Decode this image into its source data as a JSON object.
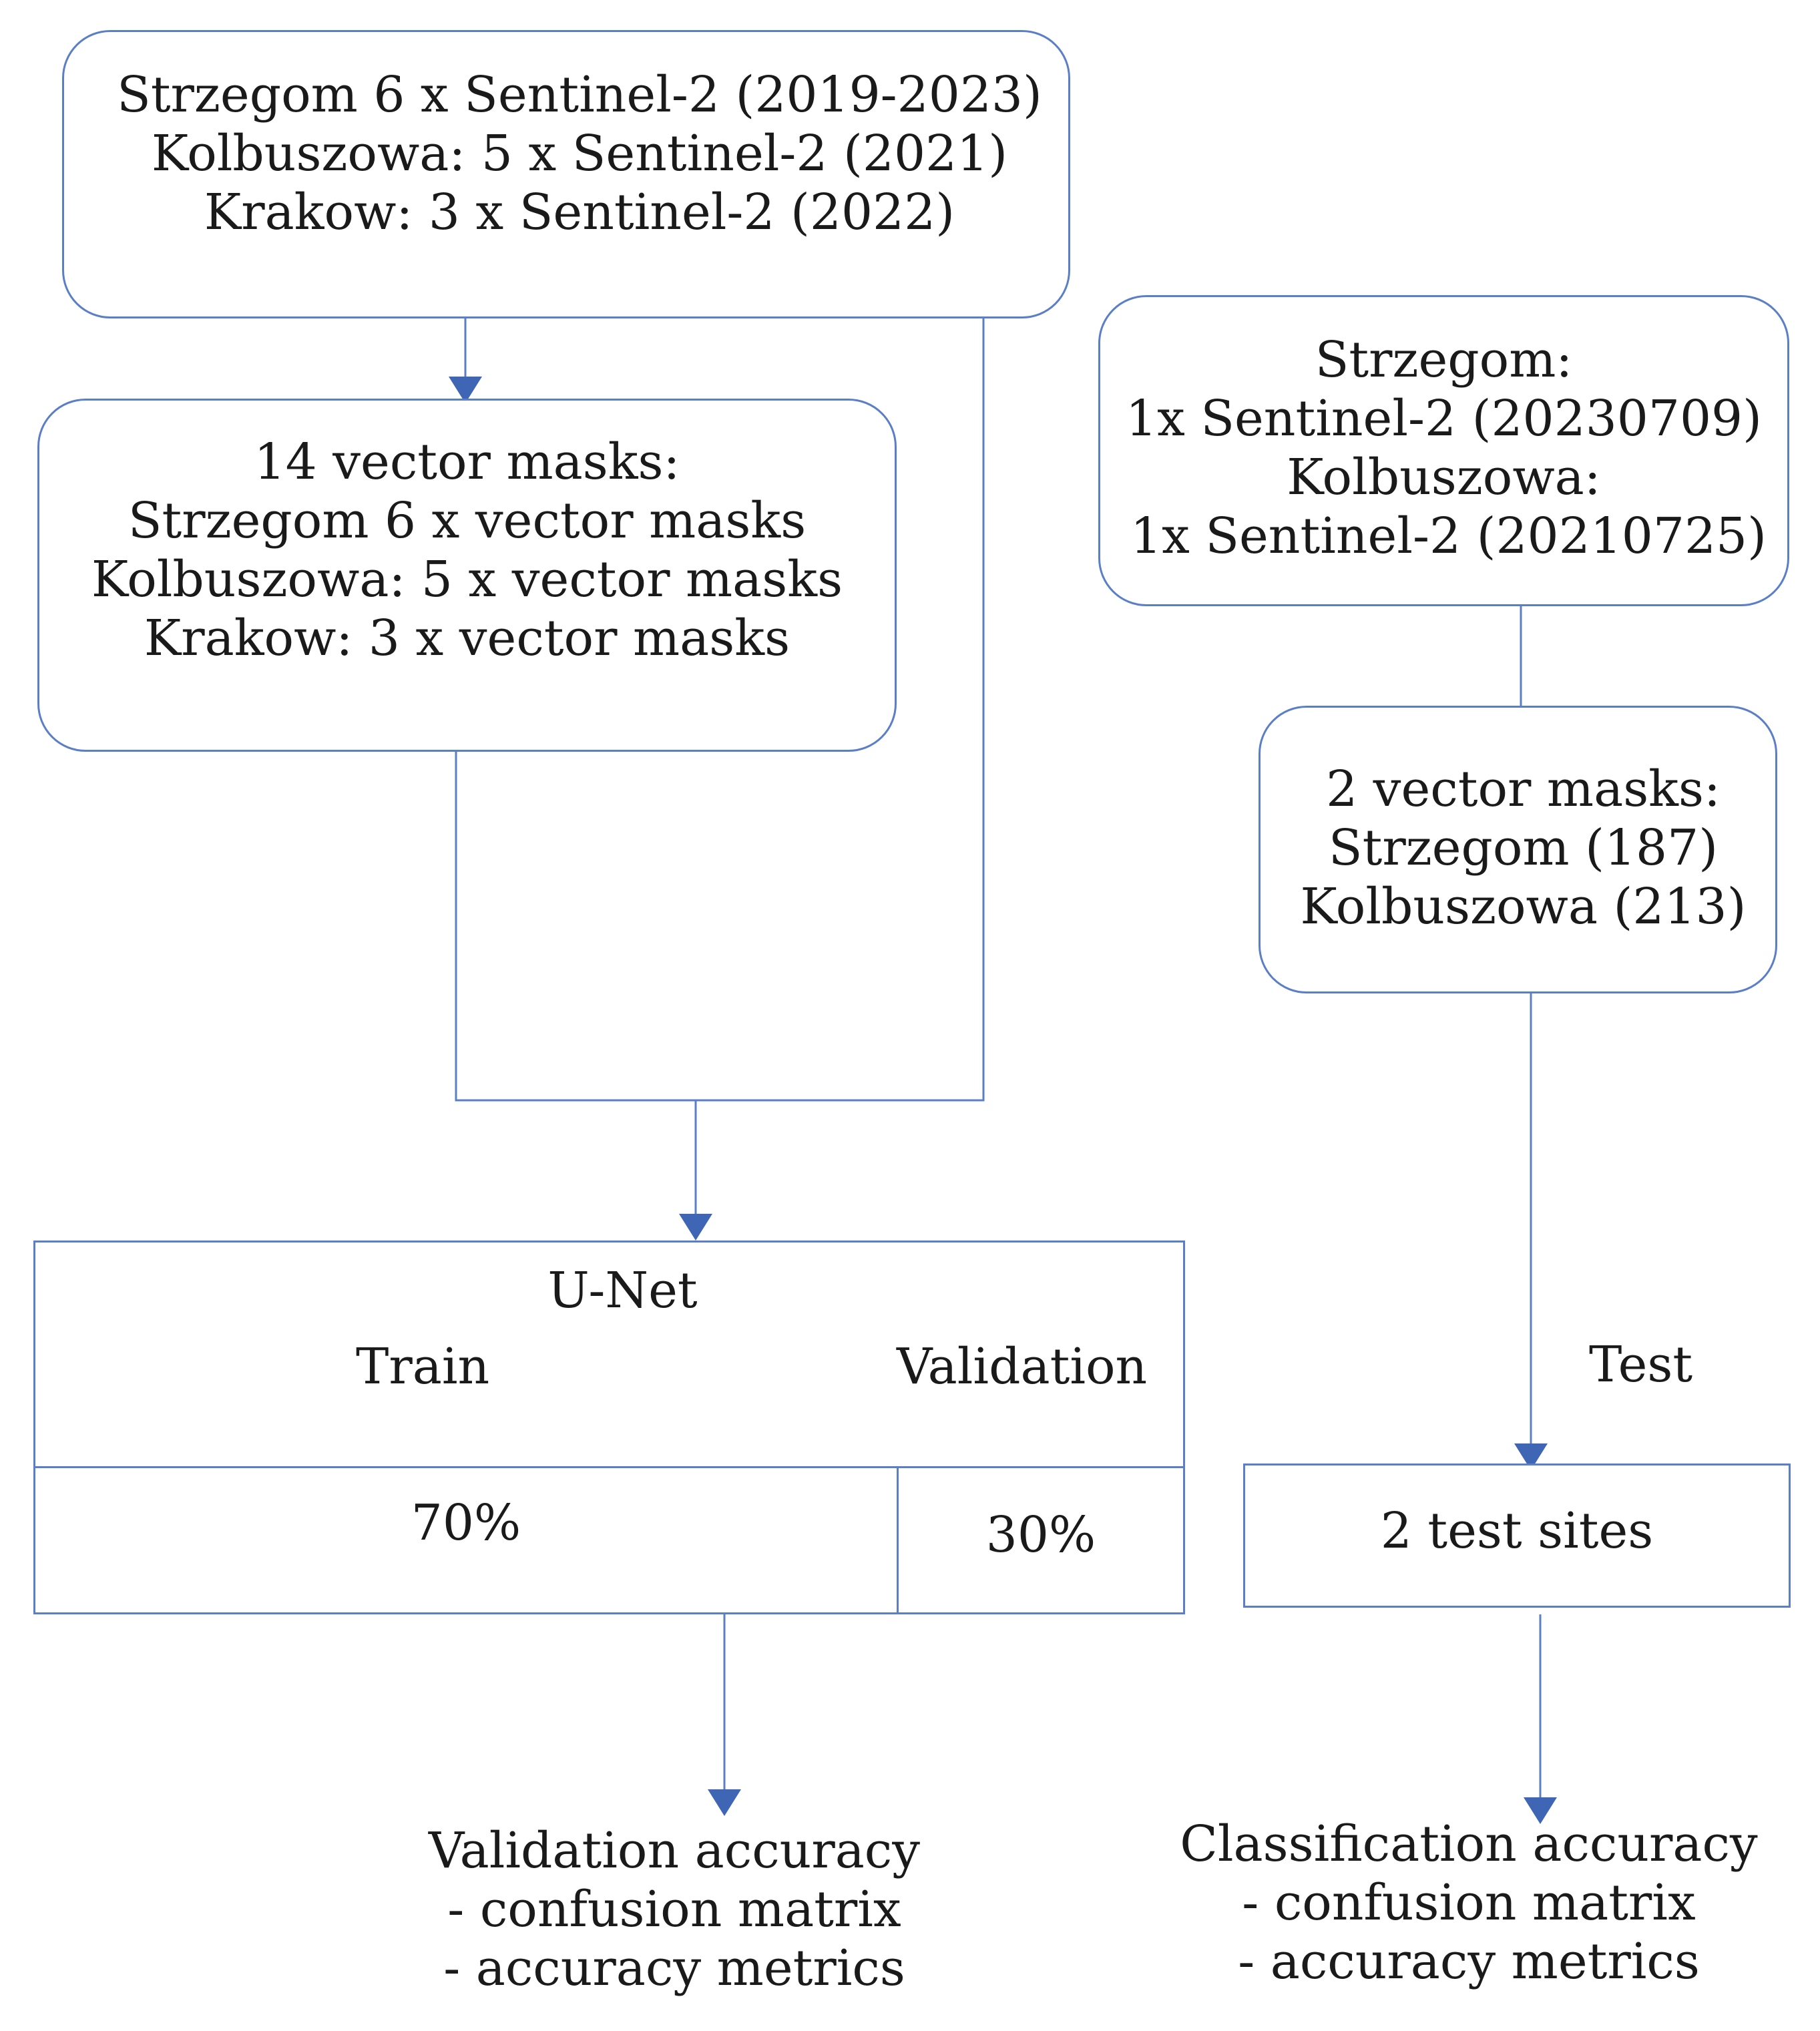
{
  "sources_box": {
    "lines": [
      "Strzegom 6 x  Sentinel-2 (2019-2023)",
      "Kolbuszowa: 5 x Sentinel-2 (2021)",
      "Krakow: 3 x Sentinel-2 (2022)"
    ]
  },
  "masks_box": {
    "lines": [
      "14 vector masks:",
      "Strzegom 6 x vector masks",
      "Kolbuszowa: 5 x vector masks",
      "Krakow: 3 x vector masks"
    ]
  },
  "test_sources_box": {
    "lines": [
      "Strzegom:",
      "1x Sentinel-2 (20230709)",
      "Kolbuszowa:",
      "1x Sentinel-2 (20210725)"
    ]
  },
  "test_masks_box": {
    "lines": [
      "2 vector masks:",
      "Strzegom  (187)",
      "Kolbuszowa (213)"
    ]
  },
  "unet_box": {
    "title": "U-Net",
    "train_label": "Train",
    "validation_label": "Validation",
    "train_split": "70%",
    "validation_split": "30%"
  },
  "test_label": "Test",
  "test_sites_box": {
    "label": "2 test sites"
  },
  "validation_output": {
    "lines": [
      "Validation accuracy",
      "- confusion matrix",
      "- accuracy metrics"
    ]
  },
  "classification_output": {
    "lines": [
      "Classification accuracy",
      "- confusion matrix",
      "- accuracy metrics"
    ]
  },
  "colors": {
    "border": "#5b7fc7",
    "arrow": "#3f65b5",
    "text": "#1a1a1a"
  }
}
